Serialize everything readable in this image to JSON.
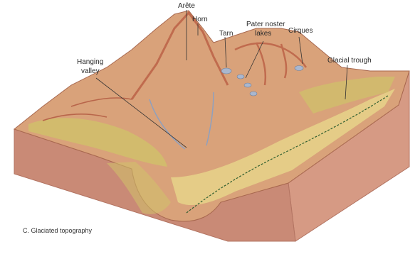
{
  "labels": {
    "arete": "Arête",
    "horn": "Horn",
    "tarn": "Tarn",
    "paternoster_line1": "Pater noster",
    "paternoster_line2": "lakes",
    "cirques": "Cirques",
    "hanging_valley_line1": "Hanging",
    "hanging_valley_line2": "valley",
    "glacial_trough": "Glacial trough"
  },
  "caption": "C. Glaciated topography",
  "colors": {
    "block_front": "#c98a76",
    "block_side": "#d69a84",
    "block_bottom_edge": "#b37462",
    "surface_base": "#d9a27a",
    "ridge": "#c06b4e",
    "vegetation": "#cfc36a",
    "valley_floor": "#e6d48a",
    "water": "#a9b7cf"
  }
}
